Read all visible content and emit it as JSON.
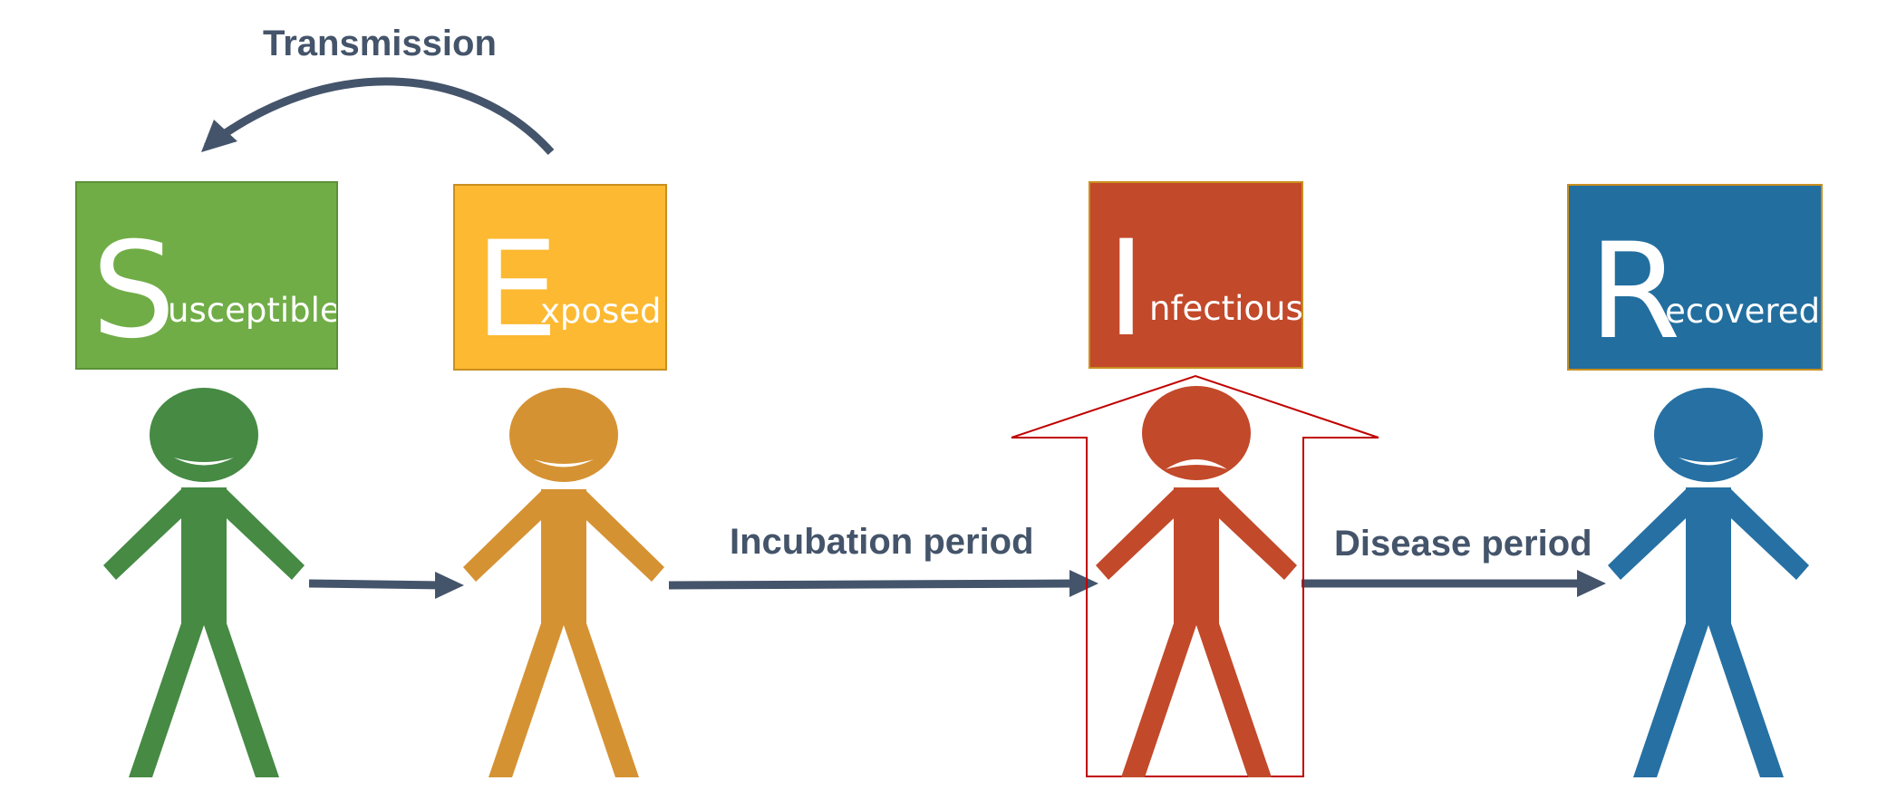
{
  "compartments": {
    "susceptible": {
      "initial": "S",
      "rest": "usceptible",
      "color": "#70ad47",
      "figure_color": "#468a44"
    },
    "exposed": {
      "initial": "E",
      "rest": "xposed",
      "color": "#fcb931",
      "figure_color": "#d59233"
    },
    "infectious": {
      "initial": "I",
      "rest": "nfectious",
      "color": "#c2492a",
      "figure_color": "#c2492a"
    },
    "recovered": {
      "initial": "R",
      "rest": "ecovered",
      "color": "#226e9f",
      "figure_color": "#2670a3"
    }
  },
  "labels": {
    "transmission": "Transmission",
    "incubation": "Incubation period",
    "disease": "Disease period"
  },
  "arrow_color": "#44546a",
  "highlight_color": "#c00000"
}
